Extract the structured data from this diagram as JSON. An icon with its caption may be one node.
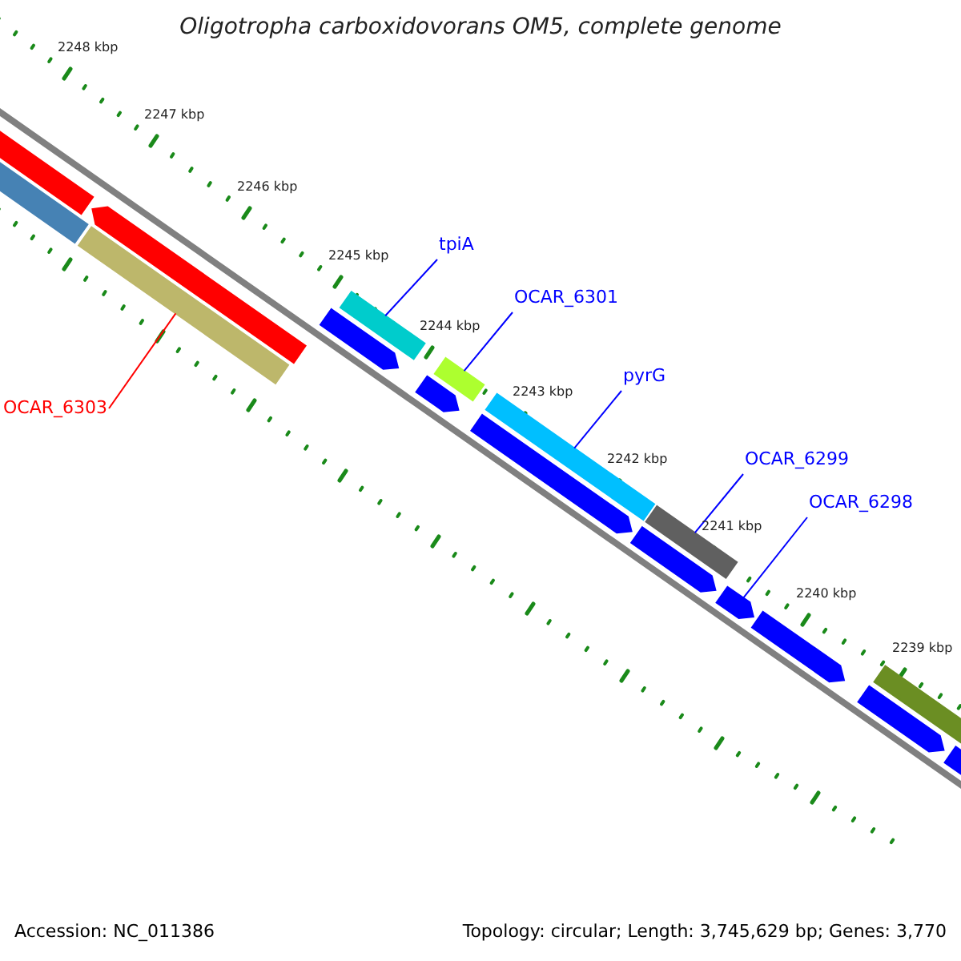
{
  "diagram": {
    "title": "Oligotropha carboxidovorans OM5, complete genome",
    "nodes": [
      {
        "text": [
          "tpiA"
        ]
      },
      {
        "text": [
          "OCAR_6301"
        ]
      },
      {
        "text": [
          "pyrG"
        ]
      },
      {
        "text": [
          "OCAR_6299"
        ]
      },
      {
        "text": [
          "OCAR_6298"
        ]
      },
      {
        "text": [
          "OCAR_6303"
        ]
      },
      {
        "text": [],
        "shape": "bar"
      },
      {
        "text": [],
        "shape": "bar"
      },
      {
        "text": [],
        "shape": "bar"
      },
      {
        "text": [],
        "shape": "bar"
      },
      {
        "text": [],
        "shape": "bar"
      },
      {
        "text": [],
        "shape": "bar"
      }
    ],
    "edges": [
      {
        "from": 0,
        "to": 6,
        "arrow": "none"
      },
      {
        "from": 1,
        "to": 7,
        "arrow": "none"
      },
      {
        "from": 2,
        "to": 8,
        "arrow": "none"
      },
      {
        "from": 3,
        "to": 9,
        "arrow": "none"
      },
      {
        "from": 4,
        "to": 10,
        "arrow": "none"
      },
      {
        "from": 5,
        "to": 11,
        "arrow": "none",
        "color": "#ff0000"
      }
    ],
    "labels": [
      "2248 kbp",
      "2247 kbp",
      "2246 kbp",
      "2245 kbp",
      "2244 kbp",
      "2243 kbp",
      "2242 kbp",
      "2241 kbp",
      "2240 kbp",
      "2239 kbp",
      "Accession: NC_011386",
      "Topology: circular; Length: 3,745,629 bp; Genes: 3,770"
    ]
  }
}
